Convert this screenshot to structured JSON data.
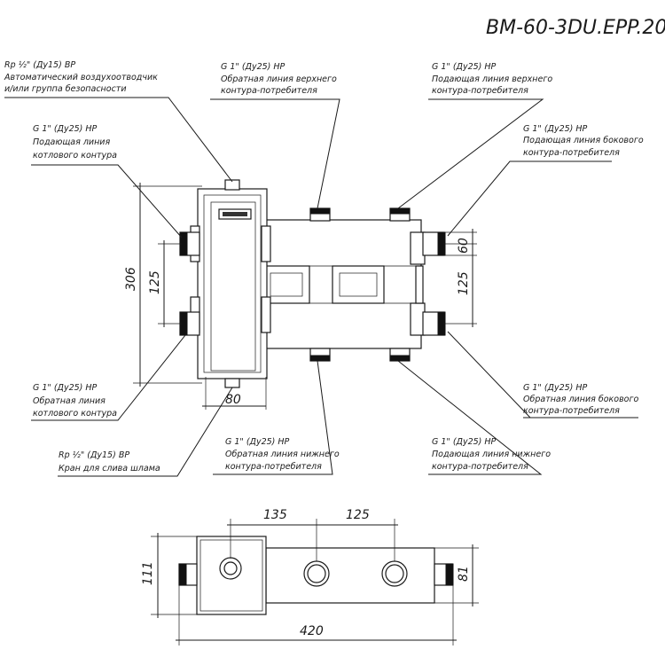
{
  "title": "BM-60-3DU.EPP.20",
  "labels": {
    "air_vent": [
      "Rp ½\" (Ду15) ВР",
      "Автоматический воздухоотводчик",
      "и/или группа безопасности"
    ],
    "top_return": [
      "G 1\" (Ду25) НР",
      "Обратная линия верхнего",
      "контура-потребителя"
    ],
    "top_supply": [
      "G 1\" (Ду25) НР",
      "Подающая линия верхнего",
      "контура-потребителя"
    ],
    "boiler_supply": [
      "G 1\" (Ду25) НР",
      "Подающая линия",
      "котлового контура"
    ],
    "side_supply": [
      "G 1\" (Ду25) НР",
      "Подающая линия бокового",
      "контура-потребителя"
    ],
    "boiler_return": [
      "G 1\" (Ду25) НР",
      "Обратная линия",
      "котлового контура"
    ],
    "side_return": [
      "G 1\" (Ду25) НР",
      "Обратная линия бокового",
      "контура-потребителя"
    ],
    "drain": [
      "Rp ½\" (Ду15) ВР",
      "Кран для слива шлама"
    ],
    "bottom_return": [
      "G 1\" (Ду25) НР",
      "Обратная линия нижнего",
      "контура-потребителя"
    ],
    "bottom_supply": [
      "G 1\" (Ду25) НР",
      "Подающая линия нижнего",
      "контура-потребителя"
    ]
  },
  "dimensions": {
    "height_total": "306",
    "left_spacing": "125",
    "right_spacing": "125",
    "right_offset": "60",
    "separator_width": "80",
    "bottom_135": "135",
    "bottom_125": "125",
    "bottom_height": "111",
    "bottom_81": "81",
    "bottom_length": "420"
  }
}
